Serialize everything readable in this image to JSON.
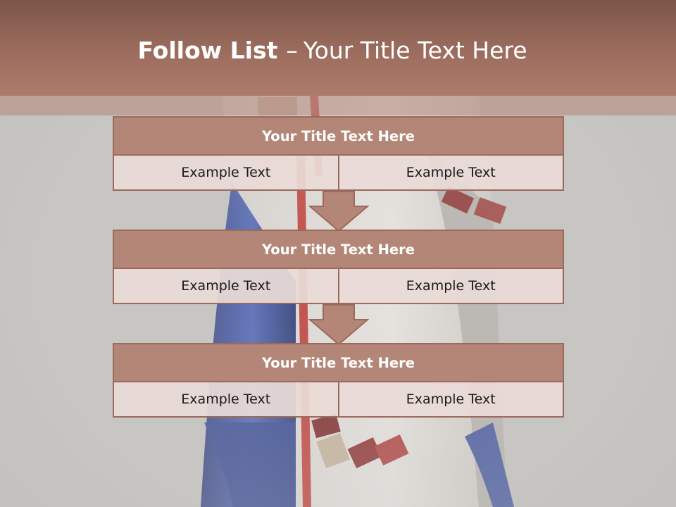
{
  "header": {
    "title_bold": "Follow List",
    "separator": "–",
    "title_rest": "Your Title Text Here"
  },
  "blocks": [
    {
      "title": "Your Title Text Here",
      "cells": [
        "Example Text",
        "Example Text"
      ]
    },
    {
      "title": "Your Title Text Here",
      "cells": [
        "Example Text",
        "Example Text"
      ]
    },
    {
      "title": "Your Title Text Here",
      "cells": [
        "Example Text",
        "Example Text"
      ]
    }
  ],
  "colors": {
    "header": "#9c6d5e",
    "block_title": "#b48677",
    "block_border": "#9b6a5d",
    "block_cell": "#eadad6",
    "arrow": "#b48677"
  }
}
